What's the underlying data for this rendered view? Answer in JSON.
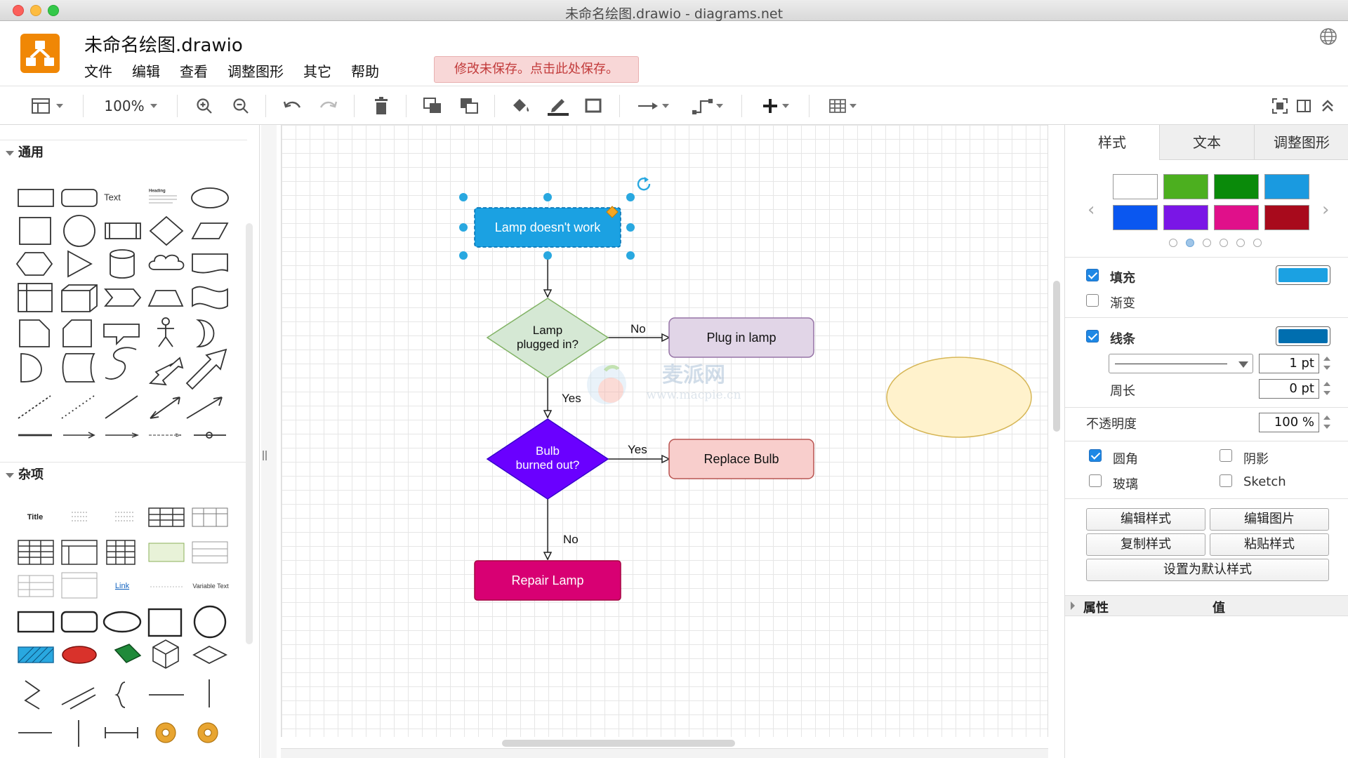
{
  "window": {
    "title": "未命名绘图.drawio - diagrams.net"
  },
  "app": {
    "doc_title": "未命名绘图.drawio",
    "menu": [
      "文件",
      "编辑",
      "查看",
      "调整图形",
      "其它",
      "帮助"
    ],
    "unsaved_notice": "修改未保存。点击此处保存。"
  },
  "toolbar": {
    "zoom": "100%"
  },
  "sidebar": {
    "sections": [
      {
        "label": "通用"
      },
      {
        "label": "杂项"
      }
    ],
    "general_text_shape": "Text",
    "general_heading_shape": "Heading",
    "misc_title": "Title",
    "misc_link": "Link",
    "misc_variable": "Variable Text"
  },
  "diagram": {
    "nodes": {
      "start": "Lamp doesn't work",
      "decision1_line1": "Lamp",
      "decision1_line2": "plugged in?",
      "plug": "Plug in lamp",
      "decision2_line1": "Bulb",
      "decision2_line2": "burned out?",
      "replace": "Replace Bulb",
      "repair": "Repair Lamp"
    },
    "edges": {
      "no1": "No",
      "yes1": "Yes",
      "yes2": "Yes",
      "no2": "No"
    },
    "watermark": {
      "name": "麦派网",
      "url": "www.macpie.cn"
    }
  },
  "right_panel": {
    "tabs": [
      "样式",
      "文本",
      "调整图形"
    ],
    "swatch_colors": [
      "#ffffff",
      "#4caf1f",
      "#0a8a0a",
      "#1a9ae0",
      "#0a57f0",
      "#7a16e6",
      "#e0108a",
      "#a80a1c"
    ],
    "fill": {
      "label": "填充",
      "checked": true,
      "color": "#1ba1e2"
    },
    "gradient": {
      "label": "渐变",
      "checked": false
    },
    "line": {
      "label": "线条",
      "checked": true,
      "color": "#006eaf",
      "width": "1 pt"
    },
    "perimeter": {
      "label": "周长",
      "value": "0 pt"
    },
    "opacity": {
      "label": "不透明度",
      "value": "100 %"
    },
    "rounded": {
      "label": "圆角",
      "checked": true
    },
    "shadow": {
      "label": "阴影",
      "checked": false
    },
    "glass": {
      "label": "玻璃",
      "checked": false
    },
    "sketch": {
      "label": "Sketch",
      "checked": false
    },
    "buttons": {
      "edit_style": "编辑样式",
      "edit_image": "编辑图片",
      "copy_style": "复制样式",
      "paste_style": "粘贴样式",
      "set_default": "设置为默认样式"
    },
    "properties": {
      "col_property": "属性",
      "col_value": "值"
    }
  }
}
